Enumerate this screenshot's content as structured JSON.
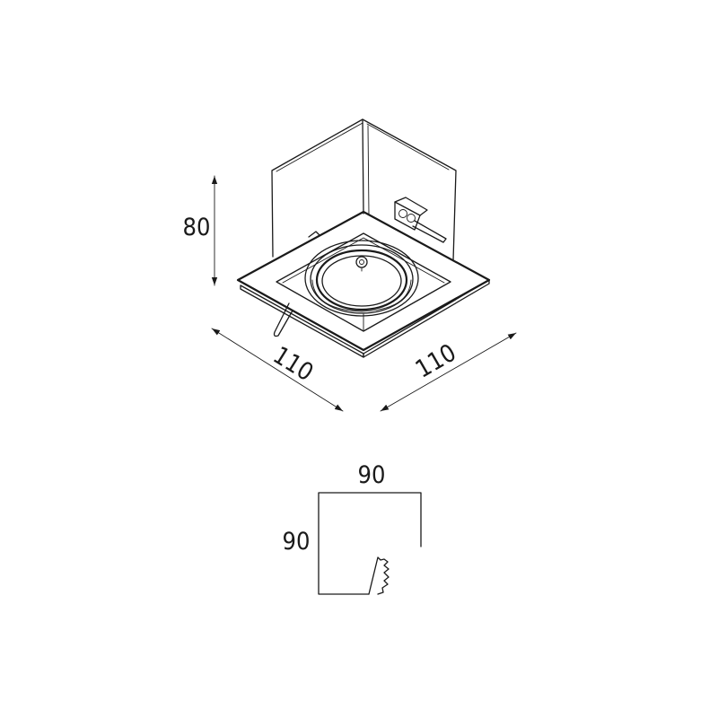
{
  "dimensions": {
    "height": "80",
    "length_left": "110",
    "length_right": "110",
    "cutout_width": "90",
    "cutout_height": "90"
  },
  "colors": {
    "line": "#1a1a1a",
    "background": "#ffffff"
  }
}
